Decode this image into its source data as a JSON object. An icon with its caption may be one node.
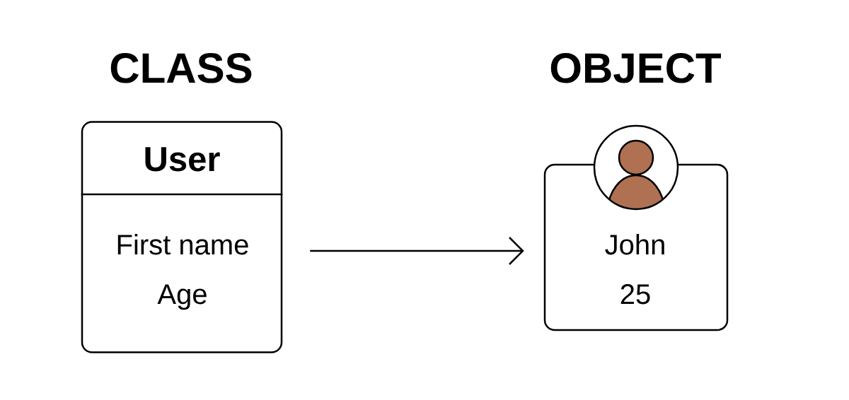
{
  "diagram": {
    "nodes": [
      {
        "text": [
          "User",
          "First name",
          "Age"
        ]
      },
      {
        "text": [
          "John",
          "25"
        ]
      }
    ],
    "edges": [
      {
        "from": 0,
        "to": 1,
        "arrow": "to"
      }
    ],
    "labels": [
      "CLASS",
      "OBJECT"
    ]
  }
}
